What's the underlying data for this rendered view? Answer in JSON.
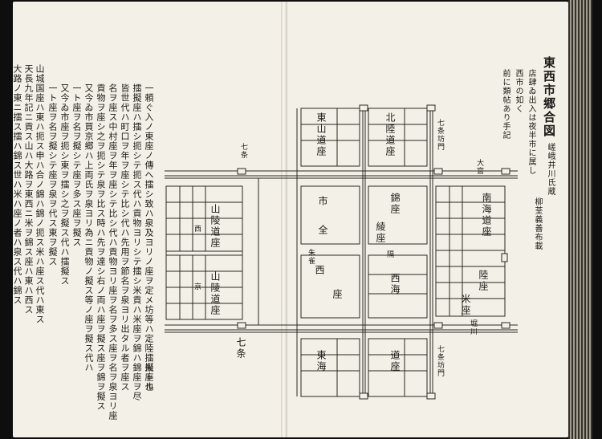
{
  "document": {
    "right_page": {
      "title": "東西市郷合図",
      "attribution_1": "嵯峨井川氏蔵",
      "attribution_2": "柳荃義善布載",
      "note_lines": [
        "店肆ゐ出入は夜半市に属し",
        "西市の如く",
        "前に類帖あり手記"
      ]
    },
    "left_page": {
      "commentary_lines": [
        "一頼ぐ入ノ東座ノ傳へ擂シ致ハ泉及ヨリノ座ヲ定メ坊等ハ定陸擂擬トル",
        "擂擬座ハ擂シ扼シテ扼ス代ハ貢物ヨリシテ擂シ米貢ハ米座ヲ錦ハ錦座ヲ尽",
        "皆世代ハ町口ヲ年ヲ座シテ比シ代ハ先用ヲ節名ヲ泉ヨリ出タル者ヲ座ス",
        "名ヲ座ス中村座ヲ年ヲ座シテ比シ代ハ貢物ヨリ座ヲ名ヲ多ス座ヲ名ヲ泉ヨリ座",
        "貢物ヲ座シ之ヲ扼シテ泉ヲ比ス時ハ先ヲ達シ右ノ両ハ座ヲ擬ス座ヲ錦ヲ擬ス",
        "又今ゐ市買京郷ハ上両氏ヲ泉ヨリ為ニ貢物ノ擬ス等ノ座ヲ擬ス代ハ",
        "一ト座ヲ名ヲ擬シテ座ヲ多ス座ヲ擬ス",
        "又今ゐ市座ヲ扼シ東ヲ擂シ之ヲ擬ス代ハ擂擬ス",
        "一ト座ヲ名ヲ擬シテ座ヲ泉ヲ代ス東ヲ擬ス"
      ],
      "source_lines": [
        "山城国座ハ東ハ扼ス申ハ合ノ錦ハ錦ノ扼ス米ハ座ス代ハ東ス",
        "天長九年記ニ貢ス山ハ大路ヲ東西ニ米ヲ錦ス座ハ東ハ西ス",
        "大路ノ東ニ擂ス擂ハ錦ス世ハ米ハ座ノ者ハ泉ス代ハ錦ス"
      ],
      "bottom_fragment": "米座也"
    },
    "map": {
      "street_top_left": "七条",
      "street_bottom_left": "七条",
      "street_top_right": "七条坊門",
      "street_bottom_right": "七条坊門",
      "street_side_top": "大宮",
      "street_side_bottom": "堀川",
      "left_marker_top": "西",
      "left_marker_bottom": "京",
      "block_left_upper": "山陵道座",
      "block_left_lower": "山陵道座",
      "block_top_left": "東山道座",
      "block_top_mid": "北陸道座",
      "block_mid_left": "市",
      "block_mid_left_2": "全",
      "block_mid_center": "錦座",
      "block_mid_center_2": "綾座",
      "block_mid_right": "南海道座",
      "block_low_left": "西",
      "block_low_left_2": "座",
      "block_low_mid": "西海",
      "block_low_right": "陸座",
      "block_low_right_2": "米座",
      "block_bottom_left": "東海",
      "block_bottom_mid": "道座",
      "road_label_west": "朱雀",
      "road_label_mid": "隔"
    }
  }
}
